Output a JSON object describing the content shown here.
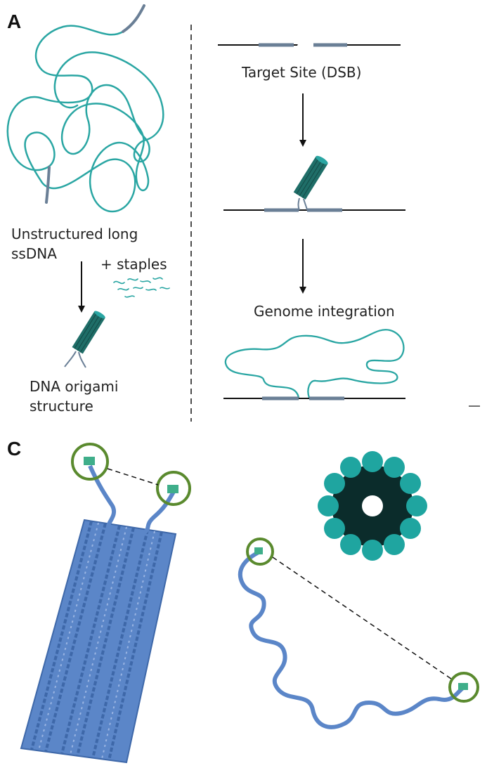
{
  "panels": {
    "a": {
      "label": "A",
      "left": {
        "caption_line1": "Unstructured long",
        "caption_line2": "ssDNA",
        "staples": "+ staples",
        "result_line1": "DNA origami",
        "result_line2": "structure"
      },
      "right": {
        "target_site": "Target Site (DSB)",
        "genome_integration": "Genome integration"
      }
    },
    "c": {
      "label": "C"
    }
  },
  "colors": {
    "ssdna": "#2aa6a3",
    "homology_arm": "#6a7f96",
    "origami": "#1f6e68",
    "atomistic": "#5b86c8",
    "highlight_circle": "#5a8a2e",
    "cross_section": "#1fa5a0"
  }
}
